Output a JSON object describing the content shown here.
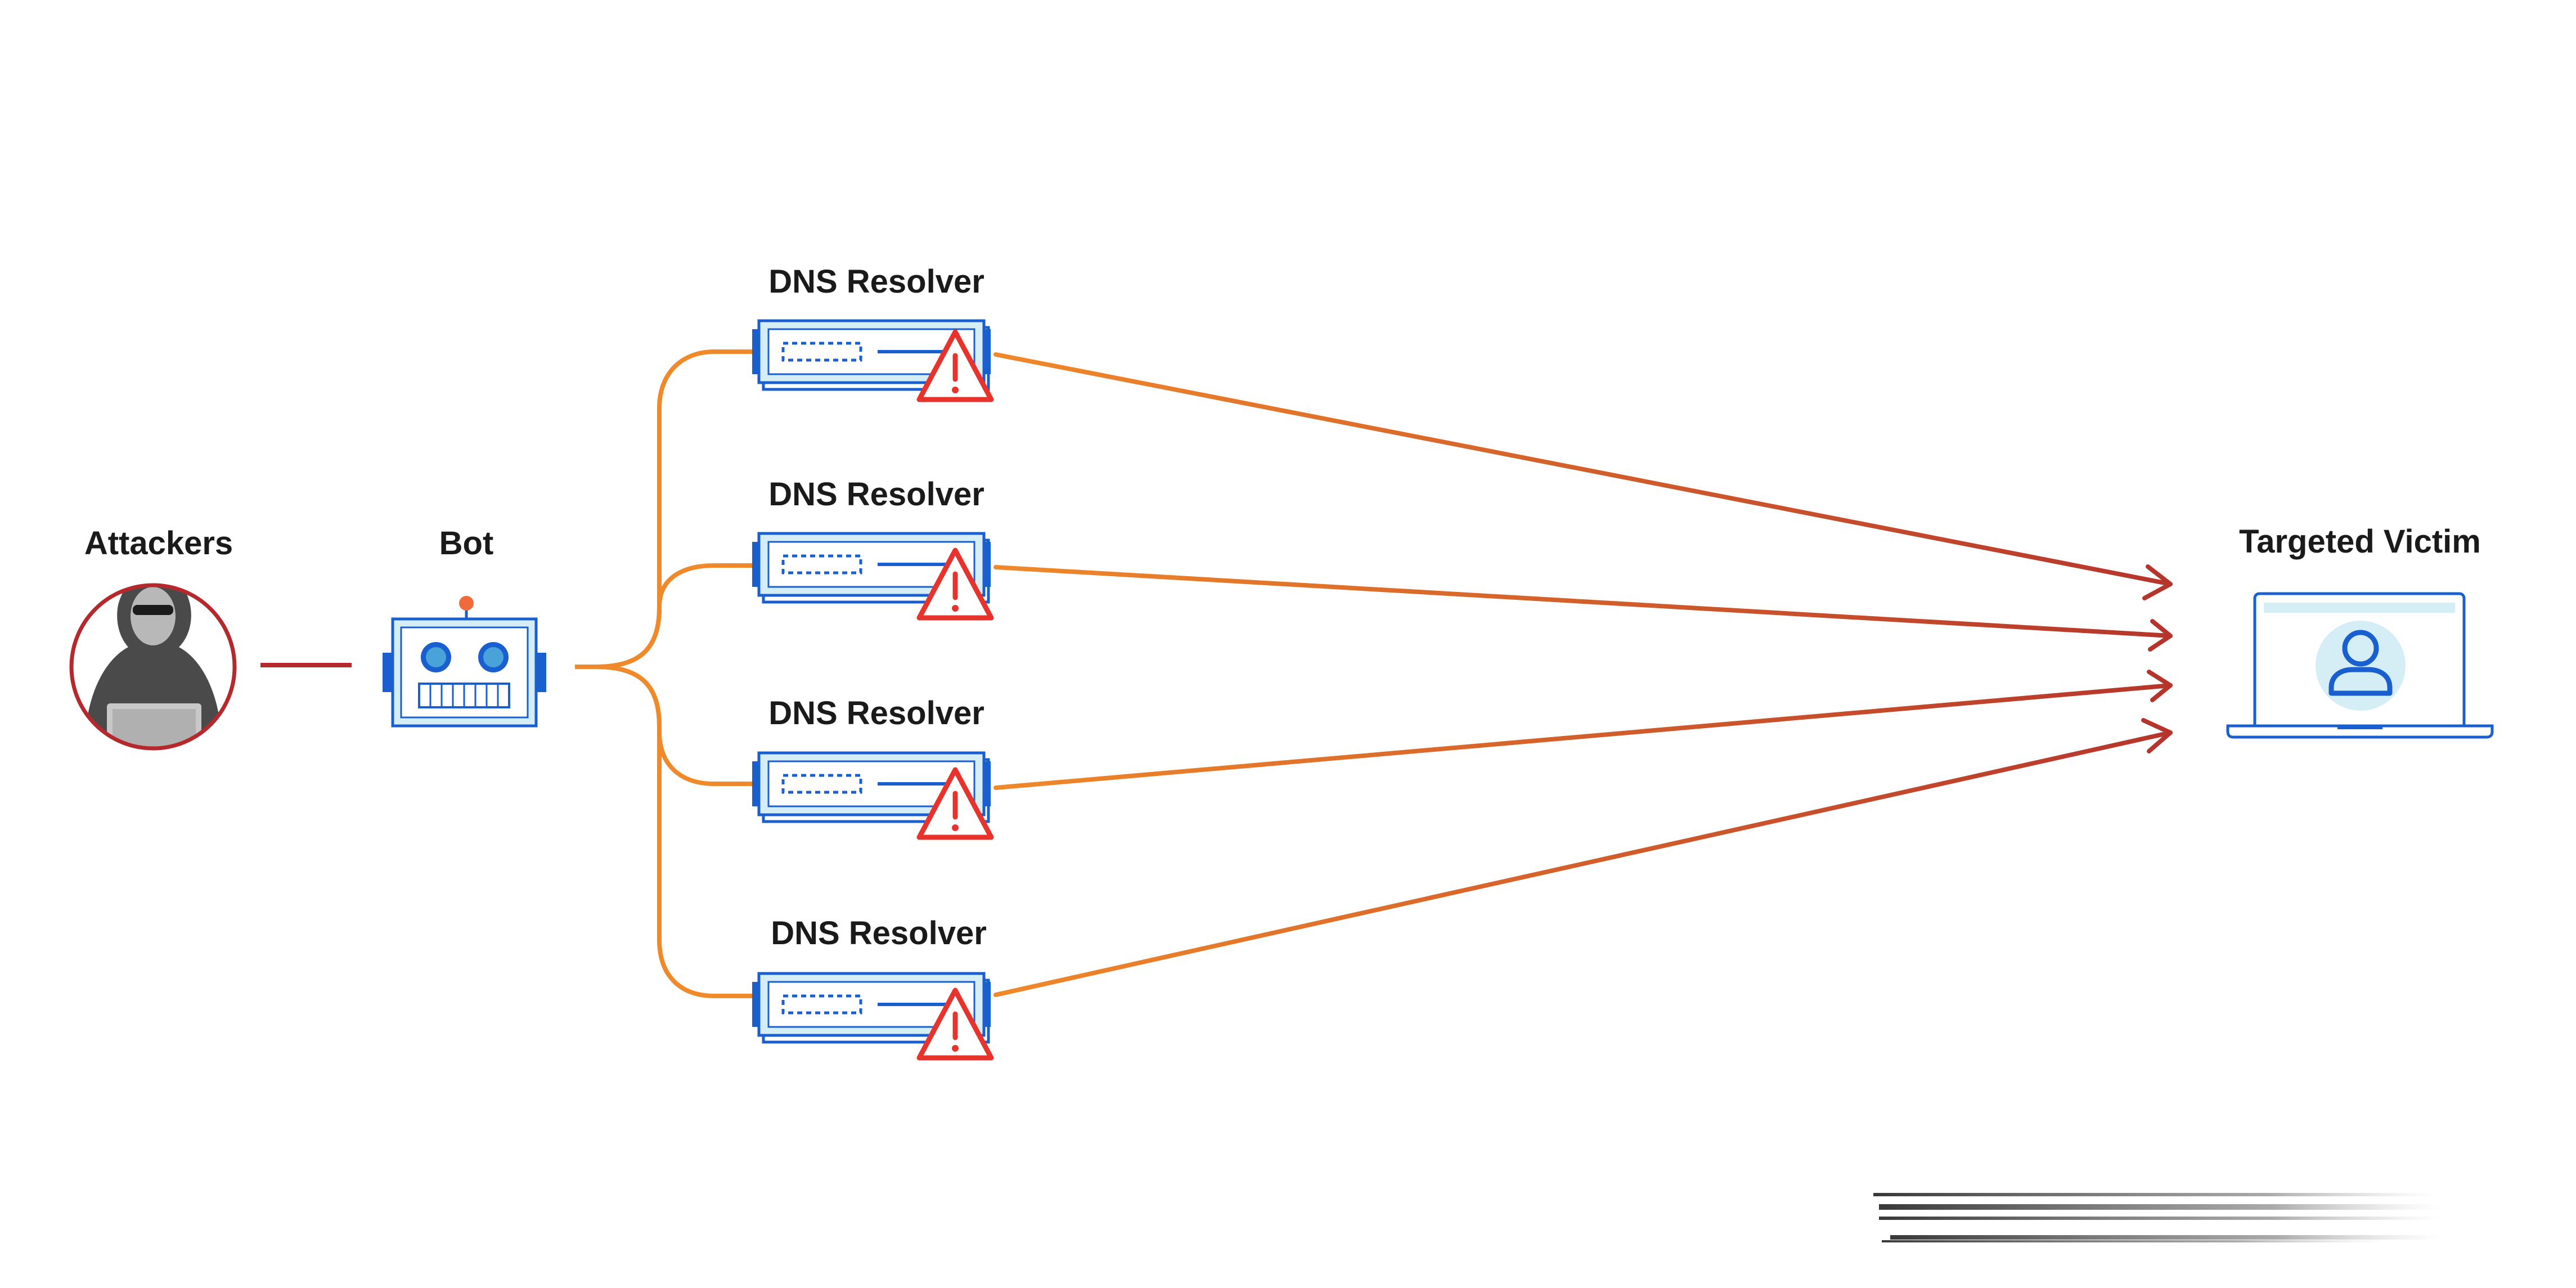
{
  "nodes": {
    "attackers": {
      "label": "Attackers"
    },
    "bot": {
      "label": "Bot"
    },
    "resolvers": [
      {
        "label": "DNS Resolver"
      },
      {
        "label": "DNS Resolver"
      },
      {
        "label": "DNS Resolver"
      },
      {
        "label": "DNS Resolver"
      }
    ],
    "victim": {
      "label": "Targeted Victim"
    }
  },
  "icons": {
    "attacker": "hooded-hacker-icon",
    "bot": "robot-icon",
    "resolver": "server-icon",
    "warning": "warning-triangle-icon",
    "victim": "laptop-user-icon"
  },
  "colors": {
    "attacker_ring": "#b5282c",
    "orange_line": "#f0892a",
    "red_arrow": "#b5352c",
    "blue": "#1a5fd0",
    "light_blue": "#d5eef5",
    "warning": "#e8332d"
  }
}
